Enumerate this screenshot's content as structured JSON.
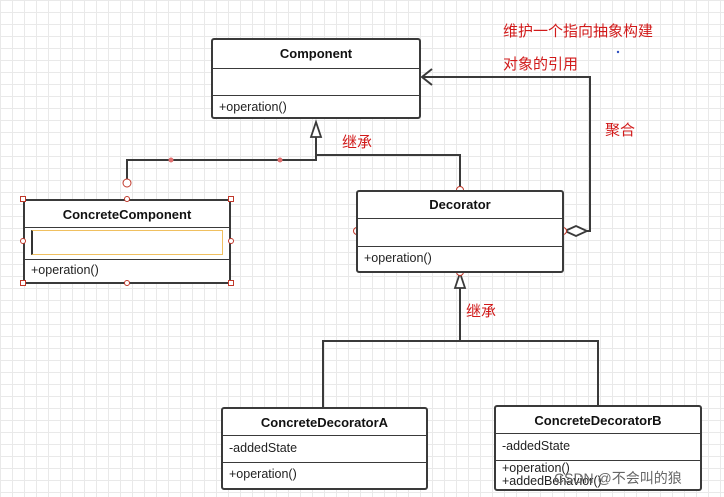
{
  "classes": {
    "component": {
      "name": "Component",
      "attributes": "",
      "operations": [
        "+operation()"
      ]
    },
    "concrete_component": {
      "name": "ConcreteComponent",
      "attributes": "",
      "operations": [
        "+operation()"
      ]
    },
    "decorator": {
      "name": "Decorator",
      "attributes": "",
      "operations": [
        "+operation()"
      ]
    },
    "concrete_decorator_a": {
      "name": "ConcreteDecoratorA",
      "attributes": "-addedState",
      "operations": [
        "+operation()"
      ]
    },
    "concrete_decorator_b": {
      "name": "ConcreteDecoratorB",
      "attributes": "-addedState",
      "operations": [
        "+operation()",
        "+addedBehavior()"
      ]
    }
  },
  "annotations": {
    "reference_line1": "维护一个指向抽象构建",
    "reference_line2": "对象的引用",
    "aggregation": "聚合",
    "inherit_top": "继承",
    "inherit_bottom": "继承"
  },
  "watermark": "CSDN @不会叫的狼",
  "colors": {
    "line": "#3a3a3a",
    "annotation": "#d11a1a",
    "selection": "#c0392b",
    "field_highlight": "#f0c060"
  }
}
